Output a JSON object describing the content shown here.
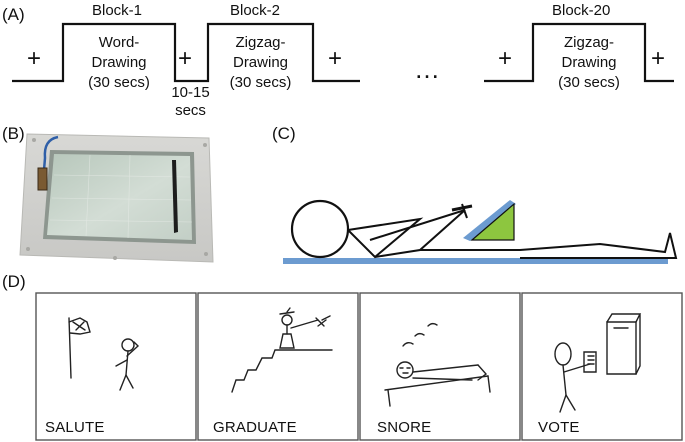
{
  "panels": {
    "a": "(A)",
    "b": "(B)",
    "c": "(C)",
    "d": "(D)"
  },
  "timeline": {
    "plus": "+",
    "dots": "…",
    "interval": [
      "10-15",
      "secs"
    ],
    "blocks": [
      {
        "title": "Block-1",
        "line1": "Word-",
        "line2": "Drawing",
        "line3": "(30 secs)"
      },
      {
        "title": "Block-2",
        "line1": "Zigzag-",
        "line2": "Drawing",
        "line3": "(30 secs)"
      },
      {
        "title": "Block-20",
        "line1": "Zigzag-",
        "line2": "Drawing",
        "line3": "(30 secs)"
      }
    ]
  },
  "drawings": [
    "SALUTE",
    "GRADUATE",
    "SNORE",
    "VOTE"
  ],
  "colors": {
    "blue": "#6c9bd0",
    "green": "#8dc63f",
    "tablet_glass": "#c9d6cc",
    "tablet_frame": "#d9d9d6"
  }
}
